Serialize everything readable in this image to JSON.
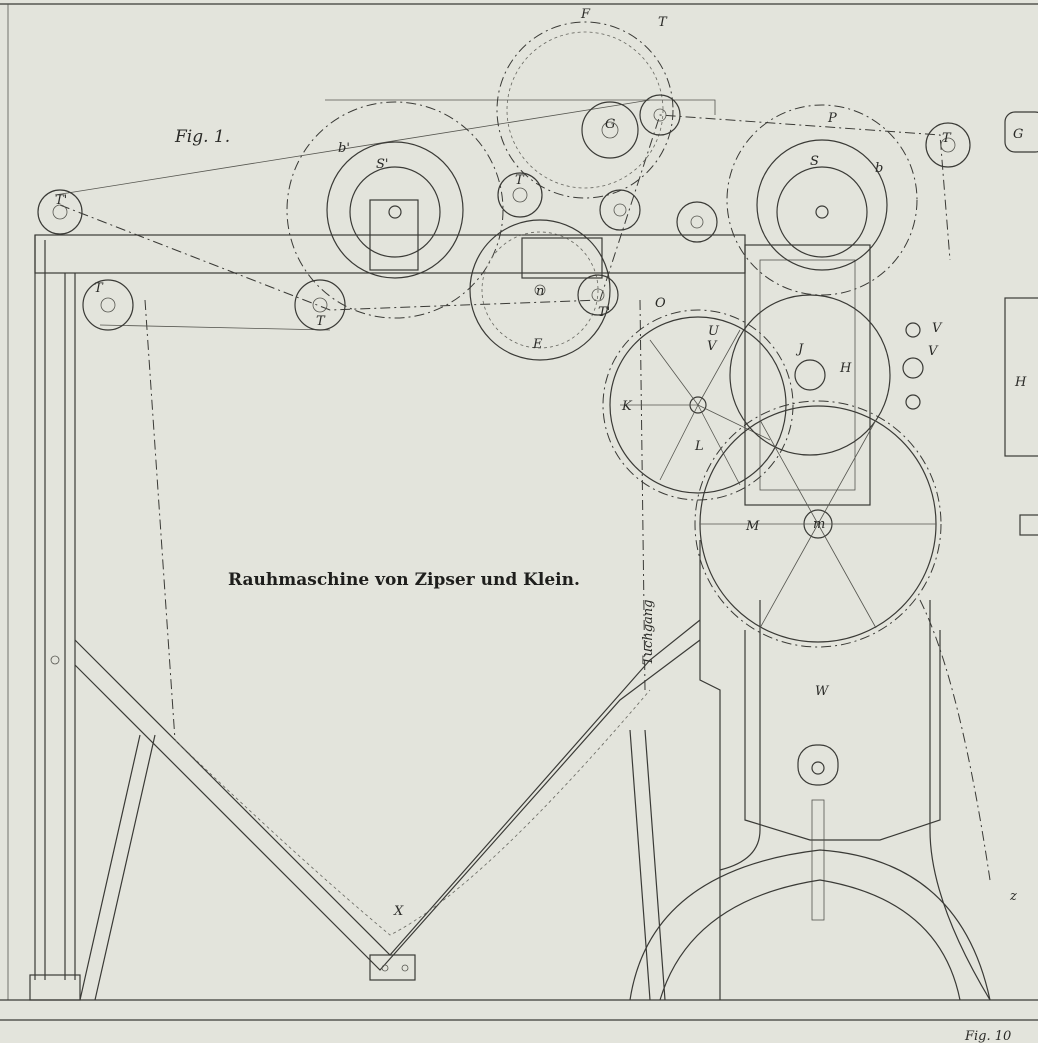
{
  "figure": {
    "figure_label": "Fig. 1.",
    "title": "Rauhmaschine von Zipser und Klein.",
    "cloth_path_label": "Tuchgang",
    "bottom_figure_label": "Fig. 10",
    "labels": {
      "F": "F",
      "G": "G",
      "T": "T",
      "T_prime": "T'",
      "S": "S",
      "S_prime": "S'",
      "b": "b",
      "b_prime": "b'",
      "P": "P",
      "E": "E",
      "n": "n",
      "O": "O",
      "K": "K",
      "L": "L",
      "U": "U",
      "V": "V",
      "J": "J",
      "H": "H",
      "M": "M",
      "m": "m",
      "W": "W",
      "X": "X",
      "z": "z"
    },
    "side_labels": {
      "G": "G",
      "H": "H"
    }
  }
}
